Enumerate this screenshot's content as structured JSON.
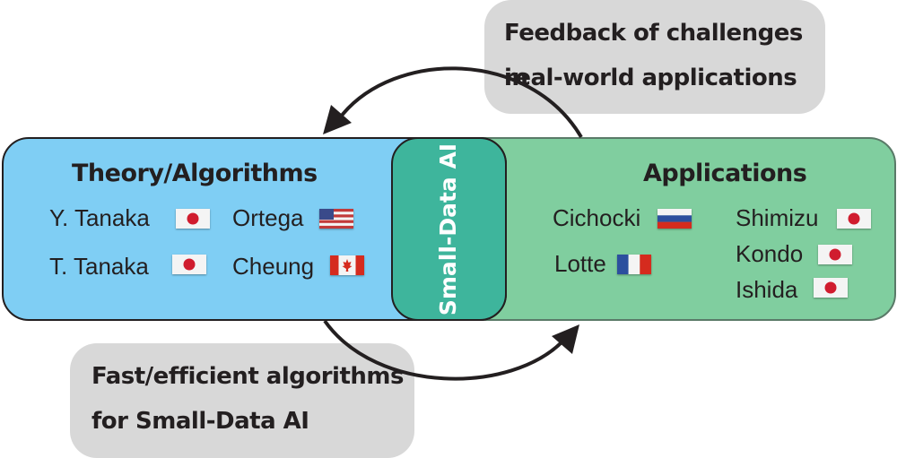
{
  "feedback_callout": {
    "line1": "Feedback of challenges in",
    "line2": "real-world applications"
  },
  "fast_callout": {
    "line1": "Fast/efficient algorithms",
    "line2": "for Small-Data AI"
  },
  "theory_box": {
    "title": "Theory/Algorithms",
    "color": "#7fcef4",
    "members": [
      {
        "name": "Y. Tanaka",
        "flag": "japan-flag"
      },
      {
        "name": "Ortega",
        "flag": "usa-flag"
      },
      {
        "name": "T. Tanaka",
        "flag": "japan-flag"
      },
      {
        "name": "Cheung",
        "flag": "canada-flag"
      }
    ]
  },
  "applications_box": {
    "title": "Applications",
    "color": "#80ce9f",
    "members": [
      {
        "name": "Cichocki",
        "flag": "russia-flag"
      },
      {
        "name": "Shimizu",
        "flag": "japan-flag"
      },
      {
        "name": "Kondo",
        "flag": "japan-flag"
      },
      {
        "name": "Lotte",
        "flag": "france-flag"
      },
      {
        "name": "Ishida",
        "flag": "japan-flag"
      }
    ]
  },
  "center": {
    "label": "Small-Data AI",
    "color": "#3eb59c"
  },
  "arrow_color": "#231f20"
}
